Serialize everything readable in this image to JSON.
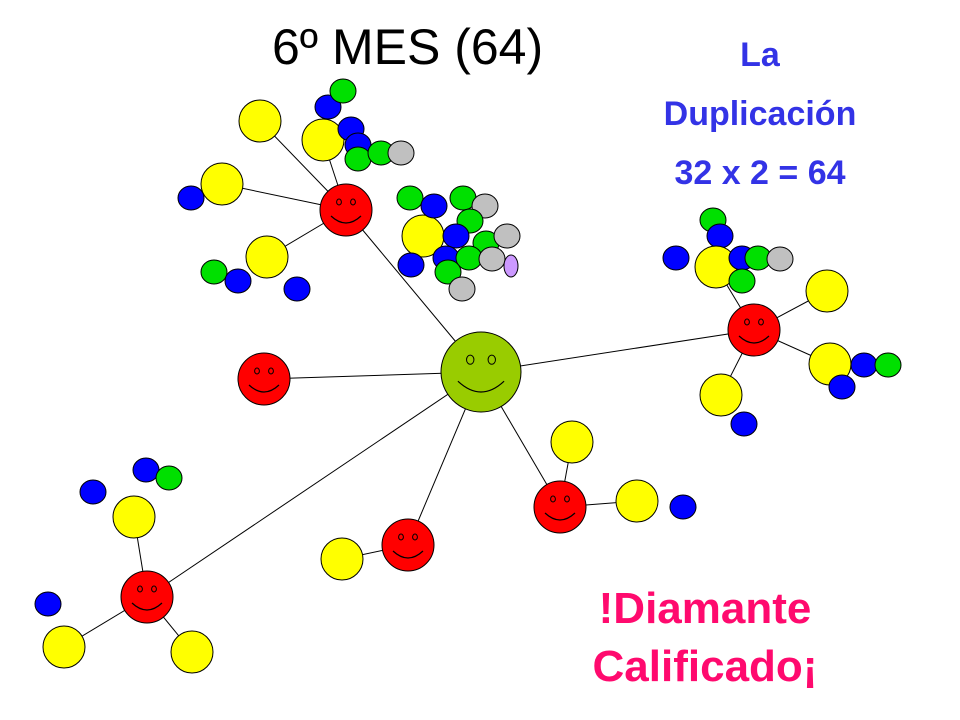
{
  "title": "6º MES (64)",
  "subtitle": {
    "line1": "La",
    "line2": "Duplicación",
    "line3": "32 x 2 = 64"
  },
  "banner": {
    "line1": "!Diamante",
    "line2": "Calificado¡"
  },
  "colors": {
    "center": "#99cc00",
    "leader": "#ff0000",
    "level_yellow": "#ffff00",
    "level_blue": "#0000ff",
    "level_green": "#00e000",
    "level_gray": "#c0c0c0",
    "level_lilac": "#cc99ff"
  },
  "counts": {
    "total_members": 64,
    "multiplier": 2,
    "previous_total": 32
  }
}
